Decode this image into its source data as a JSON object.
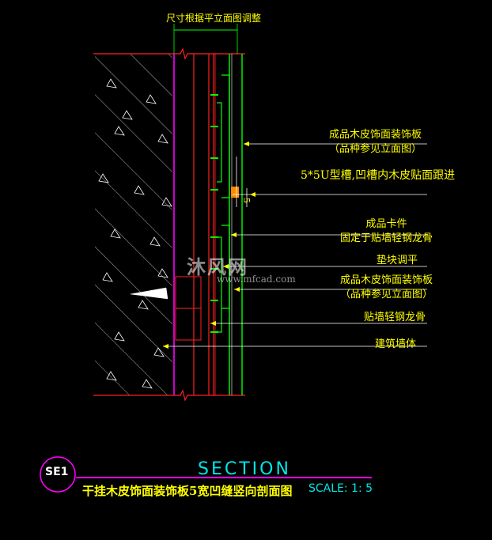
{
  "header": {
    "dimension_note": "尺寸根据平立面图调整"
  },
  "callouts": [
    {
      "id": "panel-top",
      "lines": [
        "成品木皮饰面装饰板",
        "（品种参见立面图）"
      ]
    },
    {
      "id": "groove",
      "lines": [
        "5*5U型槽,凹槽内木皮贴面跟进"
      ]
    },
    {
      "id": "clip",
      "lines": [
        "成品卡件",
        "固定于贴墙轻钢龙骨"
      ]
    },
    {
      "id": "shim",
      "lines": [
        "垫块调平"
      ]
    },
    {
      "id": "panel-bottom",
      "lines": [
        "成品木皮饰面装饰板",
        "（品种参见立面图）"
      ]
    },
    {
      "id": "keel",
      "lines": [
        "贴墙轻钢龙骨"
      ]
    },
    {
      "id": "wall",
      "lines": [
        "建筑墙体"
      ]
    }
  ],
  "dimension": {
    "value": "5"
  },
  "watermark": {
    "text": "沐风网",
    "url": "www.mfcad.com"
  },
  "title_block": {
    "tag": "SE1",
    "section_word": "SECTION",
    "title": "干挂木皮饰面装饰板5宽凹缝竖向剖面图",
    "scale": "SCALE: 1: 5"
  },
  "colors": {
    "background": "#000000",
    "text": "#ffff00",
    "concrete": "#ffffff",
    "wall_face": "#ff00ff",
    "cut_line": "#ff0000",
    "keel": "#00ff00",
    "cyan": "#00e5e5"
  }
}
